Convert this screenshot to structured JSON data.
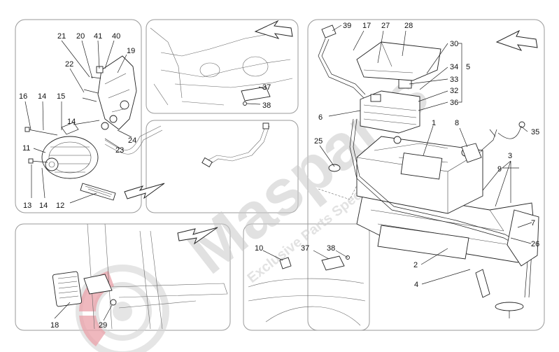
{
  "watermark": {
    "brand": "Masparts",
    "tagline": "Exclusive Parts Specialist"
  },
  "callouts": {
    "p1": "1",
    "p2": "2",
    "p3": "3",
    "p4": "4",
    "p5": "5",
    "p6": "6",
    "p7": "7",
    "p8": "8",
    "p9": "9",
    "p10": "10",
    "p11": "11",
    "p12": "12",
    "p13": "13",
    "p14": "14",
    "p15": "15",
    "p16": "16",
    "p17": "17",
    "p18": "18",
    "p19": "19",
    "p20": "20",
    "p21": "21",
    "p22": "22",
    "p23": "23",
    "p24": "24",
    "p25": "25",
    "p26": "26",
    "p27": "27",
    "p28": "28",
    "p29": "29",
    "p30": "30",
    "p32": "32",
    "p33": "33",
    "p34": "34",
    "p35": "35",
    "p36": "36",
    "p37": "37",
    "p38": "38",
    "p39": "39",
    "p40": "40",
    "p41": "41"
  }
}
